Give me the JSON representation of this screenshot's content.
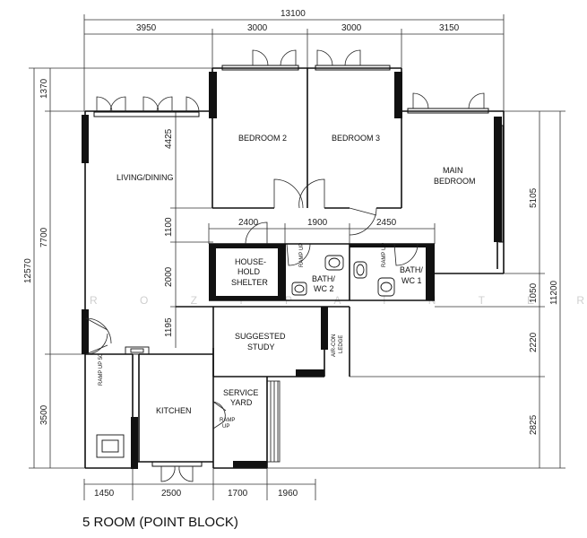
{
  "title": "5 ROOM (POINT BLOCK)",
  "watermark": "R O Z I   P A I N T E R",
  "dims_top": {
    "total": "13100",
    "d1": "3950",
    "d2": "3000",
    "d3": "3000",
    "d4": "3150"
  },
  "dims_left": {
    "total": "12570",
    "d1": "1370",
    "d2": "7700",
    "d3": "3500"
  },
  "dims_inner_left": {
    "d1": "4425",
    "d2": "1100",
    "d3": "2000",
    "d4": "1195"
  },
  "dims_right": {
    "total": "11200",
    "d1": "5105",
    "d2": "1050",
    "d3": "2220",
    "d4": "2825"
  },
  "dims_mid": {
    "d1": "2400",
    "d2": "1900",
    "d3": "2450"
  },
  "dims_bottom": {
    "d1": "1450",
    "d2": "2500",
    "d3": "1700",
    "d4": "1960"
  },
  "rooms": {
    "bedroom2": "BEDROOM 2",
    "bedroom3": "BEDROOM 3",
    "main_l1": "MAIN",
    "main_l2": "BEDROOM",
    "living": "LIVING/DINING",
    "shelter_l1": "HOUSE-",
    "shelter_l2": "HOLD",
    "shelter_l3": "SHELTER",
    "bath2_l1": "BATH/",
    "bath2_l2": "WC 2",
    "bath1_l1": "BATH/",
    "bath1_l2": "WC 1",
    "study_l1": "SUGGESTED",
    "study_l2": "STUDY",
    "aircon_l1": "AIR-CON",
    "aircon_l2": "LEDGE",
    "kitchen": "KITCHEN",
    "service_l1": "SERVICE",
    "service_l2": "YARD"
  },
  "ramps": {
    "ramp_up": "RAMP UP",
    "ramp_label": "RAMP",
    "up_label": "UP",
    "ramp_up_50": "RAMP UP 50"
  }
}
